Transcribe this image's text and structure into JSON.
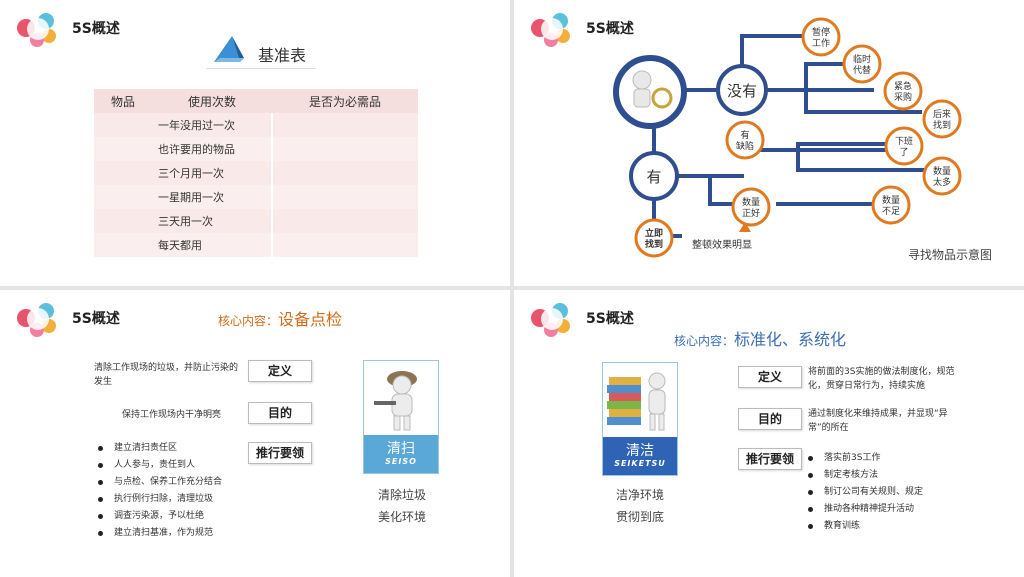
{
  "common": {
    "slide_title": "5S概述"
  },
  "slide1": {
    "heading": "基准表",
    "table": {
      "headers": [
        "物品",
        "使用次数",
        "是否为必需品"
      ],
      "rows": [
        "一年没用过一次",
        "也许要用的物品",
        "三个月用一次",
        "一星期用一次",
        "三天用一次",
        "每天都用"
      ]
    }
  },
  "slide2": {
    "nodes": {
      "no": "没有",
      "yes": "有",
      "pause": [
        "暂停",
        "工作"
      ],
      "temp": [
        "临时",
        "代替"
      ],
      "urgent": [
        "紧急",
        "采购"
      ],
      "later": [
        "后来",
        "找到"
      ],
      "offwork": [
        "下班",
        "了"
      ],
      "toomany": [
        "数量",
        "太多"
      ],
      "notenough": [
        "数量",
        "不足"
      ],
      "defect": [
        "有",
        "缺陷"
      ],
      "justright": [
        "数量",
        "正好"
      ],
      "immediately": [
        "立即",
        "找到"
      ]
    },
    "effect": "整顿效果明显",
    "caption": "寻找物品示意图"
  },
  "slide3": {
    "core_label": "核心内容：",
    "core_value": "设备点检",
    "tags": [
      "定义",
      "目的",
      "推行要领"
    ],
    "definition": "清除工作现场的垃圾，并防止污染的发生",
    "purpose": "保持工作现场内干净明亮",
    "bullets": [
      "建立清扫责任区",
      "人人参与，责任到人",
      "与点检、保养工作充分结合",
      "执行例行扫除，清理垃圾",
      "调查污染源，予以杜绝",
      "建立清扫基准，作为规范"
    ],
    "card_cn": "清扫",
    "card_en": "SEISO",
    "caption": [
      "清除垃圾",
      "美化环境"
    ]
  },
  "slide4": {
    "core_label": "核心内容：",
    "core_value": "标准化、系统化",
    "tags": [
      "定义",
      "目的",
      "推行要领"
    ],
    "definition": "将前面的3S实施的做法制度化，规范化，贯穿日常行为，持续实施",
    "purpose": "通过制度化来维持成果，并显现“异常”的所在",
    "bullets": [
      "落实前3S工作",
      "制定考核方法",
      "制订公司有关规则、规定",
      "推动各种精神提升活动",
      "教育训练"
    ],
    "card_cn": "清洁",
    "card_en": "SEIKETSU",
    "caption": [
      "洁净环境",
      "贯彻到底"
    ]
  },
  "colors": {
    "orange": "#e07a1f",
    "navy": "#2e4e8f",
    "pink_row": "#fbeeee",
    "cyan": "#5aa8d8",
    "blue": "#2f63b5"
  }
}
